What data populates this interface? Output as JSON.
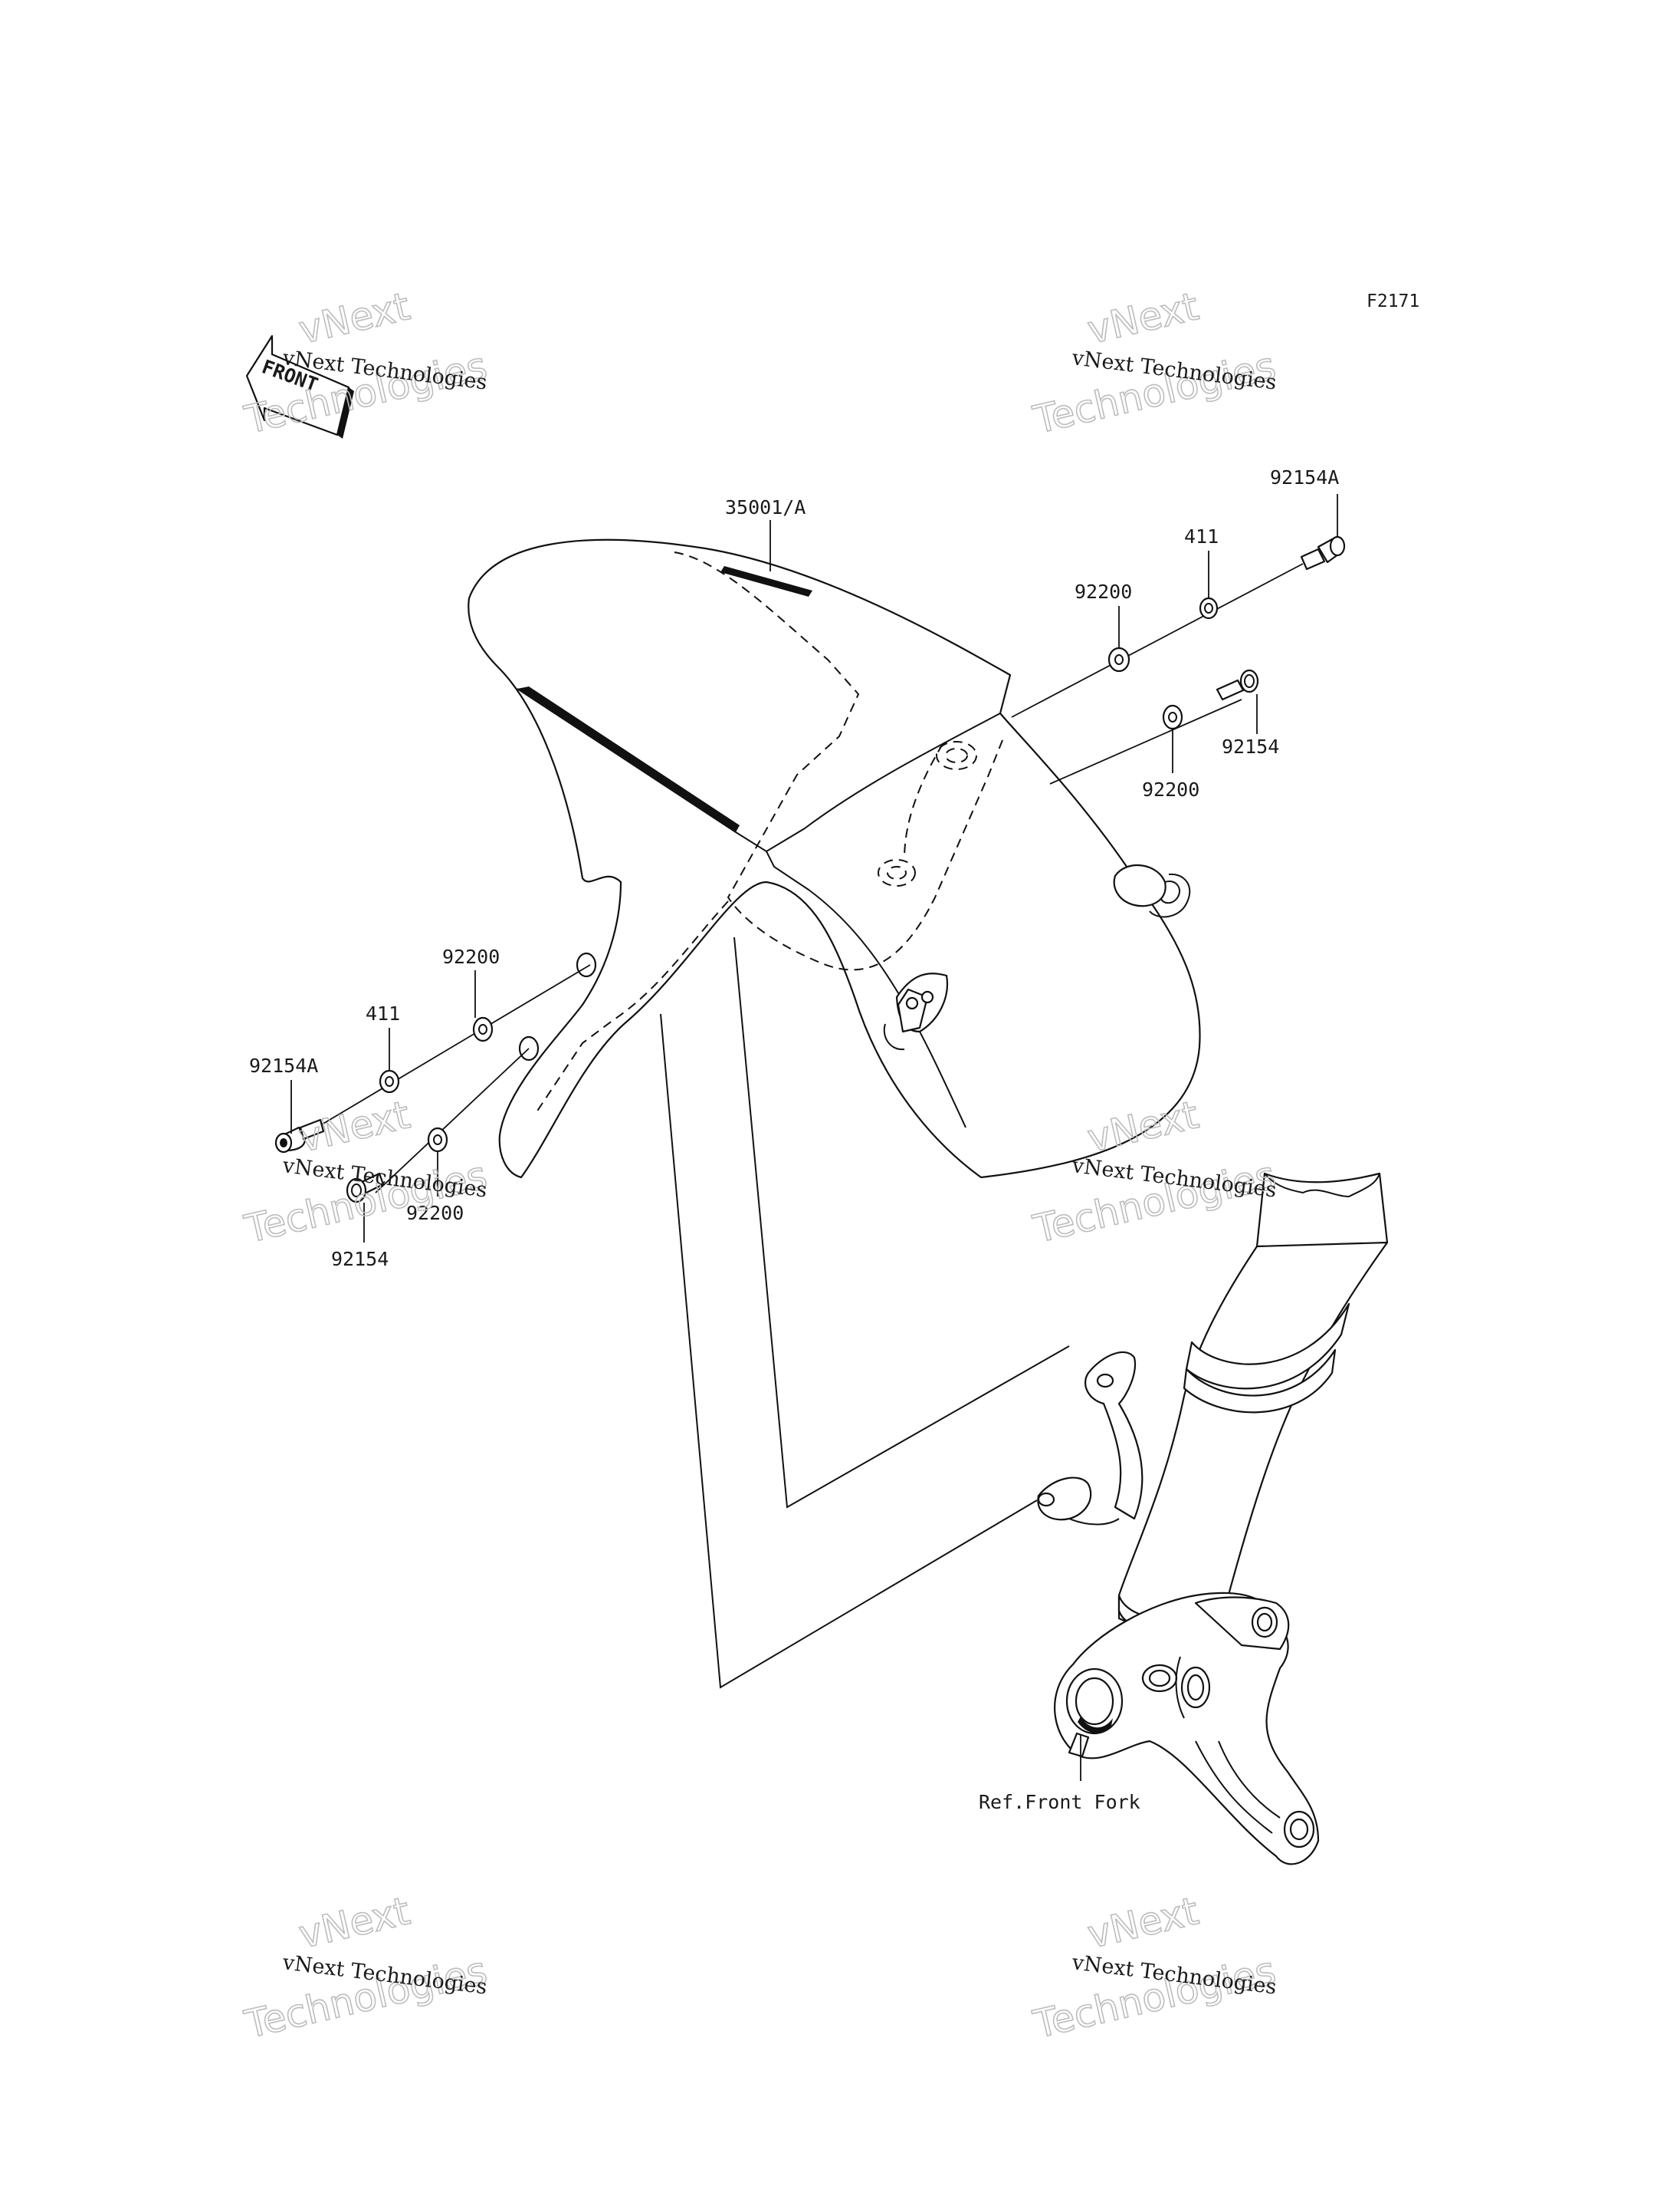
{
  "diagram_code": "F2171",
  "front_arrow_label": "FRONT",
  "parts": {
    "fender": "35001/A",
    "bolt_top_right": "92154A",
    "collar_top_right": "411",
    "washer_top_right_upper": "92200",
    "bolt_top_right_lower": "92154",
    "washer_top_right_lower": "92200",
    "washer_left_upper": "92200",
    "collar_left": "411",
    "bolt_left_upper": "92154A",
    "washer_left_lower": "92200",
    "bolt_left_lower": "92154",
    "reference": "Ref.Front Fork"
  },
  "watermark": {
    "line_small": "vNext Technologies",
    "line_top": "vNext",
    "line_bottom": "Technologies"
  }
}
